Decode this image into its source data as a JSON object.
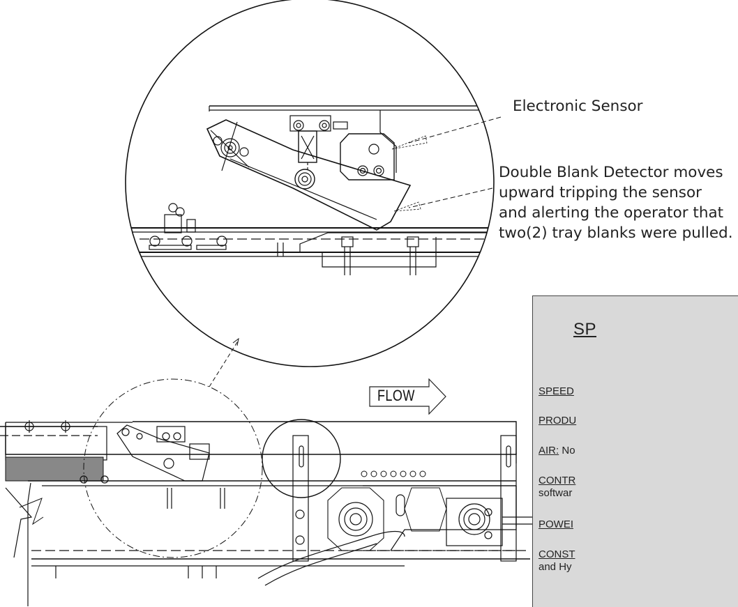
{
  "callouts": {
    "electronic_sensor": "Electronic Sensor",
    "double_blank": [
      "Double Blank Detector moves",
      "upward tripping the sensor",
      "and alerting the operator that",
      "two(2) tray blanks were pulled."
    ]
  },
  "flow_label": "FLOW",
  "spec_box": {
    "title": "SP",
    "rows": [
      {
        "label": "SPEED",
        "text": ""
      },
      {
        "label": "PRODU",
        "text": ""
      },
      {
        "label": "AIR:",
        "text": " No"
      },
      {
        "label": "CONTR",
        "text": ""
      },
      {
        "label": "POWEI",
        "text": ""
      },
      {
        "label": "CONST",
        "text": ""
      }
    ],
    "sublines": {
      "control": "softwar",
      "construction": "and Hy"
    }
  }
}
